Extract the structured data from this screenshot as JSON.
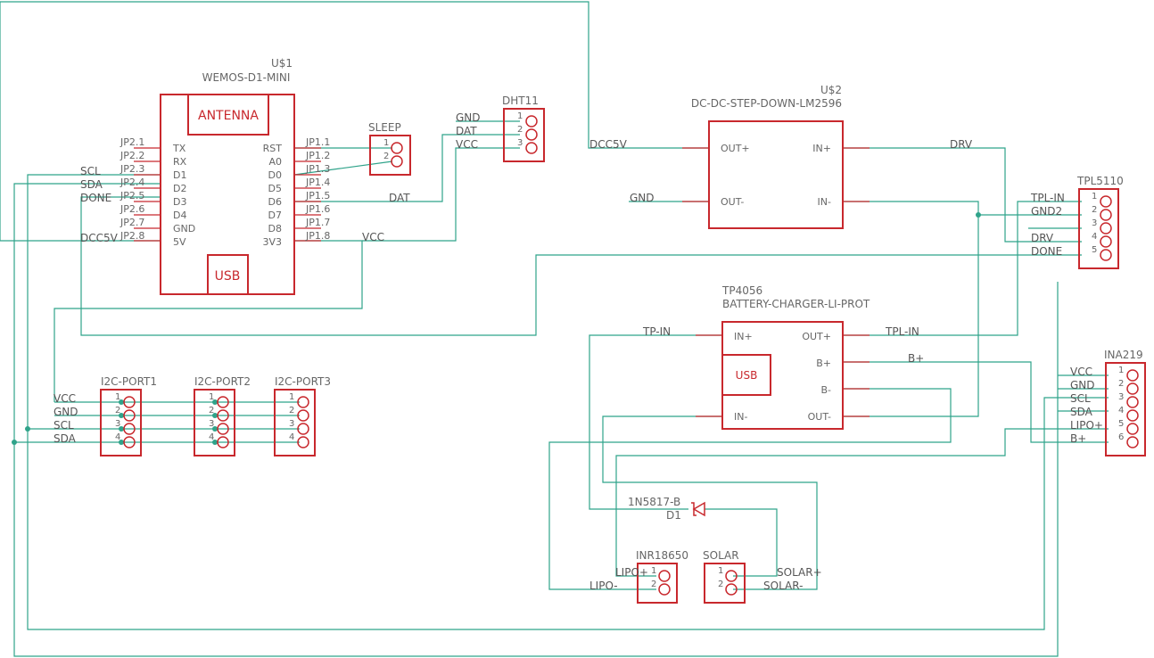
{
  "colors": {
    "wire": "#2fa38a",
    "component": "#c8282d",
    "label": "#666666"
  },
  "wemos": {
    "ref": "U$1",
    "name": "WEMOS-D1-MINI",
    "antenna": "ANTENNA",
    "usb": "USB",
    "left_pins": [
      "TX",
      "RX",
      "D1",
      "D2",
      "D3",
      "D4",
      "GND",
      "5V"
    ],
    "left_pads": [
      "JP2.1",
      "JP2.2",
      "JP2.3",
      "JP2.4",
      "JP2.5",
      "JP2.6",
      "JP2.7",
      "JP2.8"
    ],
    "right_pins": [
      "RST",
      "A0",
      "D0",
      "D5",
      "D6",
      "D7",
      "D8",
      "3V3"
    ],
    "right_pads": [
      "JP1.1",
      "JP1.2",
      "JP1.3",
      "JP1.4",
      "JP1.5",
      "JP1.6",
      "JP1.7",
      "JP1.8"
    ]
  },
  "sleep": {
    "name": "SLEEP",
    "pins": [
      "1",
      "2"
    ]
  },
  "dht11": {
    "name": "DHT11",
    "pins": [
      "1",
      "2",
      "3"
    ]
  },
  "stepdown": {
    "ref": "U$2",
    "name": "DC-DC-STEP-DOWN-LM2596",
    "out_plus": "OUT+",
    "out_minus": "OUT-",
    "in_plus": "IN+",
    "in_minus": "IN-"
  },
  "tpl5110": {
    "name": "TPL5110",
    "pins": [
      "1",
      "2",
      "3",
      "4",
      "5"
    ]
  },
  "tp4056": {
    "ref": "TP4056",
    "name": "BATTERY-CHARGER-LI-PROT",
    "usb": "USB",
    "in_plus": "IN+",
    "in_minus": "IN-",
    "out_plus": "OUT+",
    "out_minus": "OUT-",
    "b_plus": "B+",
    "b_minus": "B-"
  },
  "ina219": {
    "name": "INA219",
    "pins": [
      "1",
      "2",
      "3",
      "4",
      "5",
      "6"
    ]
  },
  "i2c_ports": [
    {
      "name": "I2C-PORT1",
      "pins": [
        "1",
        "2",
        "3",
        "4"
      ]
    },
    {
      "name": "I2C-PORT2",
      "pins": [
        "1",
        "2",
        "3",
        "4"
      ]
    },
    {
      "name": "I2C-PORT3",
      "pins": [
        "1",
        "2",
        "3",
        "4"
      ]
    }
  ],
  "diode": {
    "name": "1N5817-B",
    "ref": "D1"
  },
  "inr18650": {
    "name": "INR18650",
    "pins": [
      "1",
      "2"
    ]
  },
  "solar": {
    "name": "SOLAR",
    "pins": [
      "1",
      "2"
    ]
  },
  "nets": {
    "scl": "SCL",
    "sda": "SDA",
    "done": "DONE",
    "dcc5v": "DCC5V",
    "dat": "DAT",
    "vcc": "VCC",
    "gnd": "GND",
    "drv": "DRV",
    "tpl_in": "TPL-IN",
    "gnd2": "GND2",
    "tp_in": "TP-IN",
    "b_plus": "B+",
    "lipo_plus": "LIPO+",
    "lipo_minus": "LIPO-",
    "solar_plus": "SOLAR+",
    "solar_minus": "SOLAR-"
  }
}
